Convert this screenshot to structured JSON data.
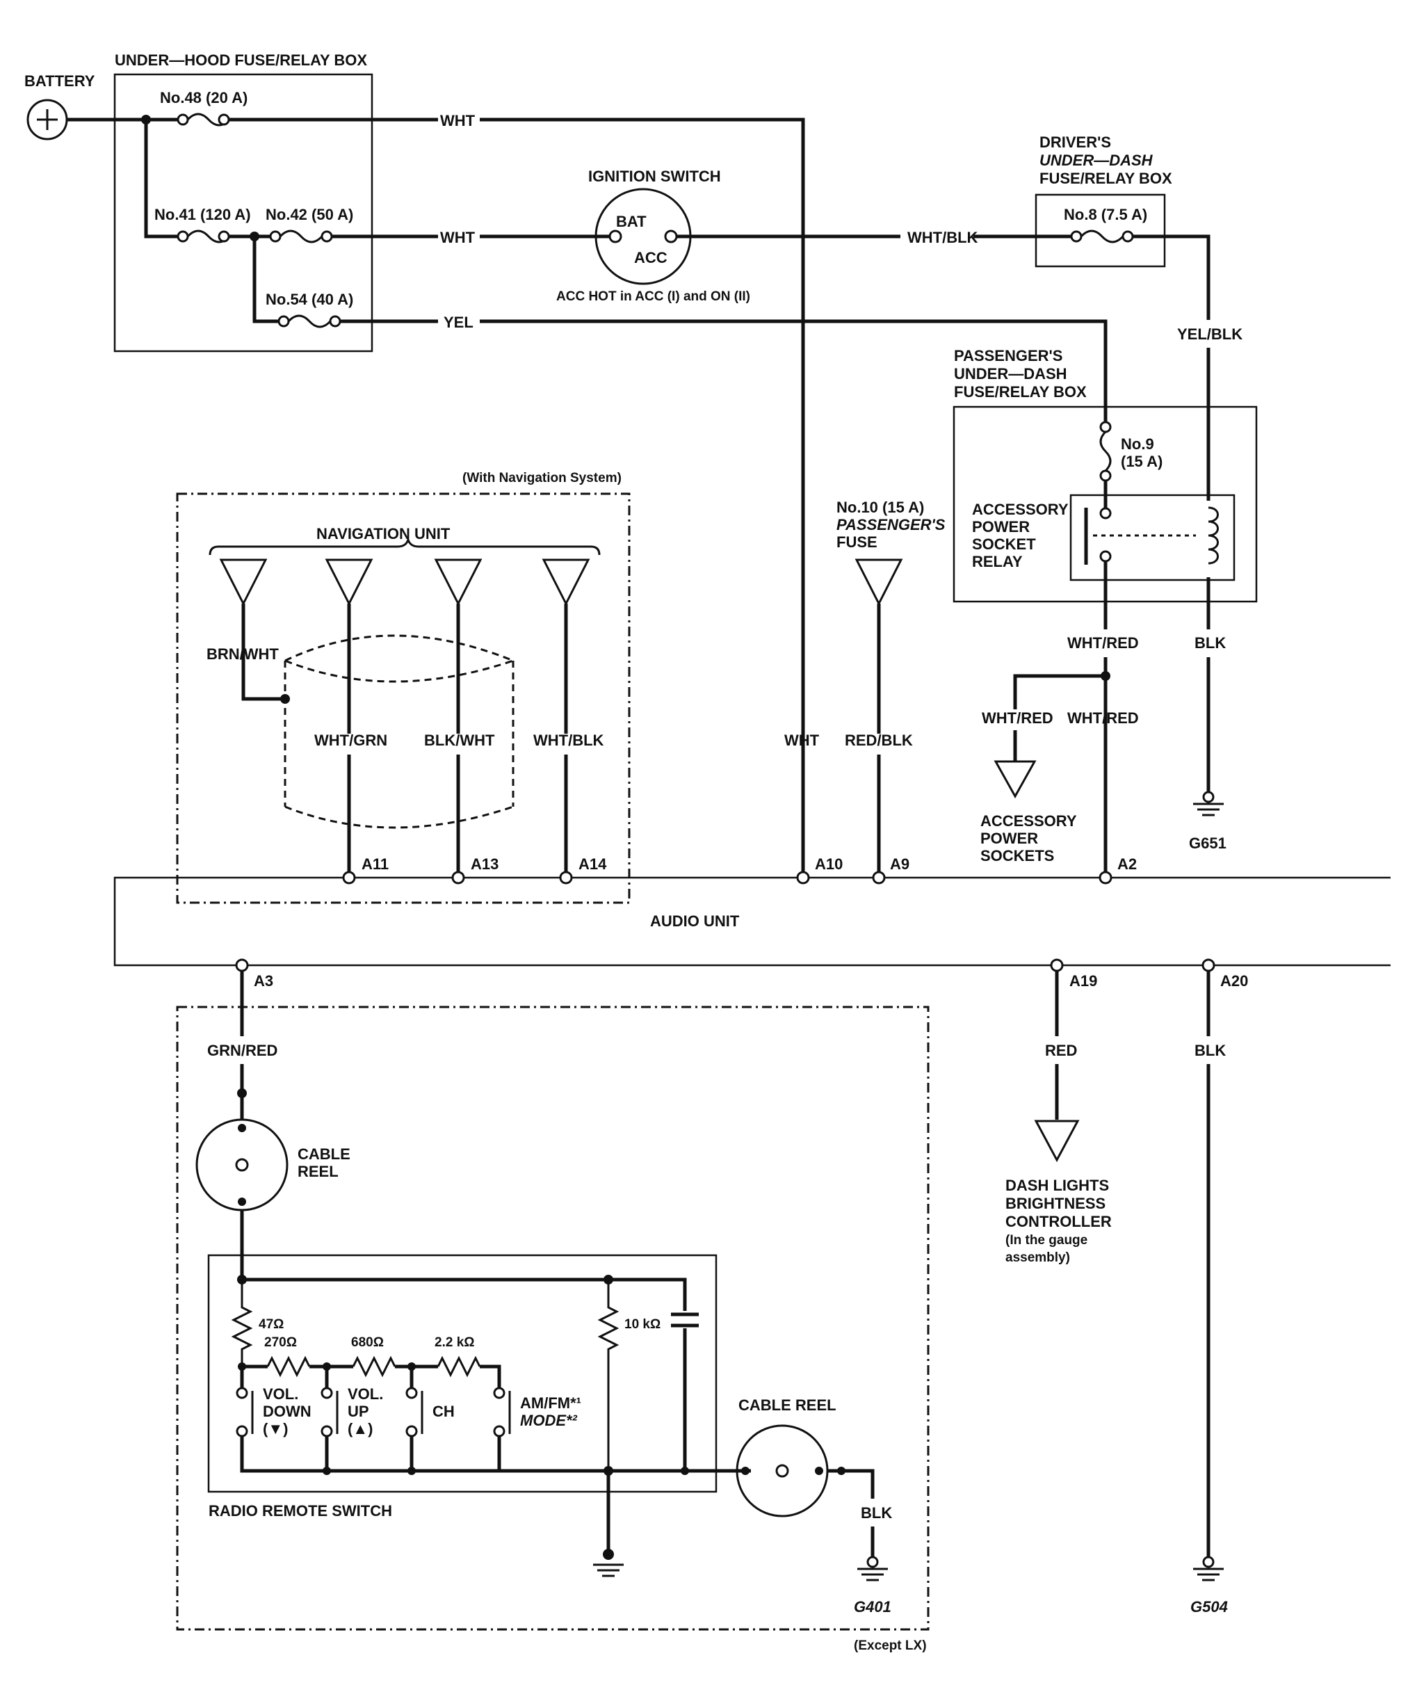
{
  "battery": "BATTERY",
  "under_hood_box": "UNDER—HOOD FUSE/RELAY BOX",
  "fuses": {
    "f48": "No.48 (20 A)",
    "f41": "No.41 (120 A)",
    "f42": "No.42 (50 A)",
    "f54": "No.54 (40 A)",
    "f8": "No.8 (7.5 A)",
    "f9_a": "No.9",
    "f9_b": "(15 A)",
    "f10_a": "No.10 (15 A)",
    "f10_b": "PASSENGER'S",
    "f10_c": "FUSE"
  },
  "ignition_switch": {
    "title": "IGNITION SWITCH",
    "bat": "BAT",
    "acc": "ACC",
    "note": "ACC HOT in ACC (I) and ON (II)"
  },
  "drivers_box": [
    "DRIVER'S",
    "UNDER—DASH",
    "FUSE/RELAY BOX"
  ],
  "passengers_box": [
    "PASSENGER'S",
    "UNDER—DASH",
    "FUSE/RELAY BOX"
  ],
  "relay": [
    "ACCESSORY",
    "POWER",
    "SOCKET",
    "RELAY"
  ],
  "wires": {
    "wht1": "WHT",
    "wht2": "WHT",
    "wht_blk": "WHT/BLK",
    "yel": "YEL",
    "yel_blk": "YEL/BLK",
    "wht_red_a": "WHT/RED",
    "blk_relay": "BLK",
    "wht_red_b": "WHT/RED",
    "wht_red_c": "WHT/RED",
    "wht_a10": "WHT",
    "red_blk": "RED/BLK",
    "brn_wht": "BRN/WHT",
    "wht_grn": "WHT/GRN",
    "blk_wht": "BLK/WHT",
    "wht_blk_nav": "WHT/BLK",
    "grn_red": "GRN/RED",
    "red": "RED",
    "blk_a20": "BLK",
    "blk_g401": "BLK"
  },
  "nav": {
    "condition": "(With Navigation System)",
    "unit": "NAVIGATION UNIT"
  },
  "accessory_sockets": [
    "ACCESSORY",
    "POWER",
    "SOCKETS"
  ],
  "audio_unit": "AUDIO UNIT",
  "pins": {
    "a11": "A11",
    "a13": "A13",
    "a14": "A14",
    "a10": "A10",
    "a9": "A9",
    "a2": "A2",
    "a3": "A3",
    "a19": "A19",
    "a20": "A20"
  },
  "grounds": {
    "g651": "G651",
    "g401": "G401",
    "g504": "G504"
  },
  "cable_reel_a": [
    "CABLE",
    "REEL"
  ],
  "cable_reel_b": "CABLE REEL",
  "resistors": {
    "r47": "47Ω",
    "r270": "270Ω",
    "r680": "680Ω",
    "r2k2": "2.2 kΩ",
    "r10k": "10 kΩ"
  },
  "switches": {
    "vol_down": [
      "VOL.",
      "DOWN",
      "(▼)"
    ],
    "vol_up": [
      "VOL.",
      "UP",
      "(▲)"
    ],
    "ch": "CH",
    "mode_a": "AM/FM*¹",
    "mode_b": "MODE*²"
  },
  "radio_remote_switch": "RADIO REMOTE SWITCH",
  "dash_lights": [
    "DASH LIGHTS",
    "BRIGHTNESS",
    "CONTROLLER",
    "(In the gauge",
    "assembly)"
  ],
  "except_lx": "(Except LX)"
}
